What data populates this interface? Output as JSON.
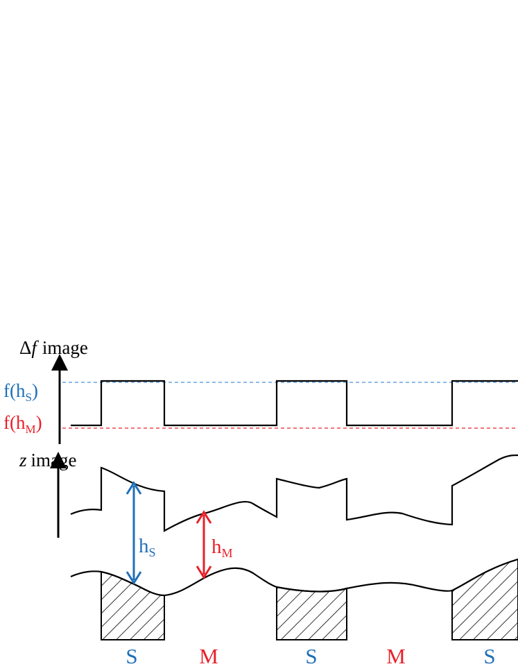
{
  "colors": {
    "blue": "#1f6fb8",
    "red": "#e8202a",
    "black": "#000000"
  },
  "top": {
    "delta_symbol": "Δ",
    "f_symbol": "f",
    "label_suffix": "image",
    "level_s": {
      "prefix": "f(h",
      "sub": "S",
      "suffix": ")"
    },
    "level_m": {
      "prefix": "f(h",
      "sub": "M",
      "suffix": ")"
    }
  },
  "bottom": {
    "z_symbol": "z",
    "label_suffix": "image",
    "height_s": {
      "main": "h",
      "sub": "S"
    },
    "height_m": {
      "main": "h",
      "sub": "M"
    }
  },
  "regions": [
    "S",
    "M",
    "S",
    "M",
    "S"
  ]
}
